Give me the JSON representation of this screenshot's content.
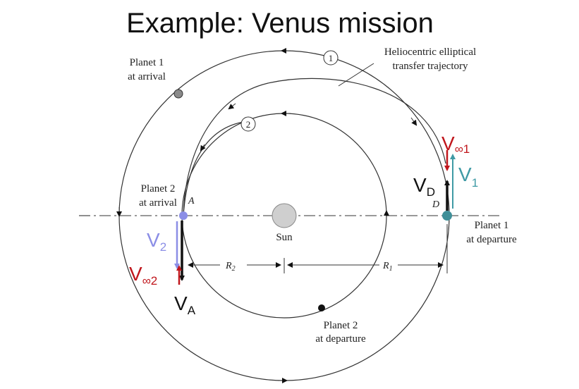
{
  "title": "Example: Venus mission",
  "labels": {
    "planet1_arrival_line1": "Planet 1",
    "planet1_arrival_line2": "at arrival",
    "planet2_arrival_line1": "Planet 2",
    "planet2_arrival_line2": "at arrival",
    "planet1_departure_line1": "Planet 1",
    "planet1_departure_line2": "at departure",
    "planet2_departure_line1": "Planet 2",
    "planet2_departure_line2": "at departure",
    "transfer_line1": "Heliocentric elliptical",
    "transfer_line2": "transfer trajectory",
    "sun": "Sun",
    "point_a": "A",
    "point_d": "D",
    "r1": "R",
    "r1_sub": "1",
    "r2": "R",
    "r2_sub": "2",
    "trajectory_1": "1",
    "trajectory_2": "2"
  },
  "vectors": {
    "v_inf1": "V",
    "v_inf1_sub": "∞1",
    "v1": "V",
    "v1_sub": "1",
    "vd": "V",
    "vd_sub": "D",
    "v2": "V",
    "v2_sub": "2",
    "v_inf2": "V",
    "v_inf2_sub": "∞2",
    "va": "V",
    "va_sub": "A"
  },
  "colors": {
    "red": "#c0161c",
    "teal": "#3f9aa5",
    "lavender": "#8b8ee6",
    "black": "#111111",
    "planet_gray": "#8a8a8a",
    "sun_fill": "#cfcfcf"
  }
}
